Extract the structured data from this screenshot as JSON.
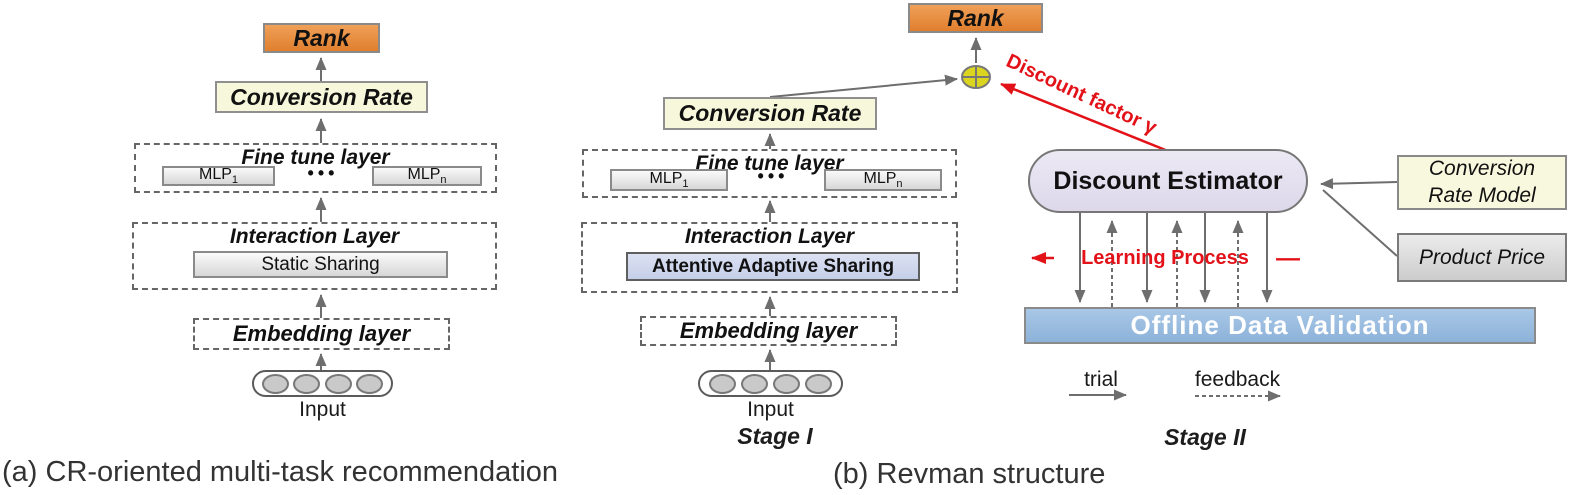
{
  "figure": {
    "caption_a": "(a) CR-oriented multi-task recommendation",
    "caption_b": "(b) Revman structure"
  },
  "diagram_a": {
    "rank_label": "Rank",
    "conversion_rate_label": "Conversion Rate",
    "fine_tune_layer_label": "Fine tune layer",
    "mlp_first": "MLP",
    "mlp_first_sub": "1",
    "mlp_dots": "•••",
    "mlp_last": "MLP",
    "mlp_last_sub": "n",
    "interaction_layer_label": "Interaction Layer",
    "sharing_label": "Static Sharing",
    "embedding_layer_label": "Embedding layer",
    "input_label": "Input"
  },
  "diagram_b": {
    "stage1": {
      "rank_label": "Rank",
      "conversion_rate_label": "Conversion Rate",
      "fine_tune_layer_label": "Fine tune layer",
      "mlp_first": "MLP",
      "mlp_first_sub": "1",
      "mlp_dots": "•••",
      "mlp_last": "MLP",
      "mlp_last_sub": "n",
      "interaction_layer_label": "Interaction Layer",
      "sharing_label": "Attentive Adaptive Sharing",
      "embedding_layer_label": "Embedding layer",
      "input_label": "Input",
      "stage_label": "Stage I"
    },
    "stage2": {
      "discount_factor_label": "Discount factor γ",
      "discount_estimator_label": "Discount Estimator",
      "conversion_rate_model_line1": "Conversion",
      "conversion_rate_model_line2": "Rate Model",
      "product_price_label": "Product Price",
      "learning_process_label": "Learning Process",
      "learning_process_right_symbol": "—",
      "offline_data_validation_label": "Offline Data Validation",
      "legend_trial_label": "trial",
      "legend_feedback_label": "feedback",
      "stage_label": "Stage II"
    }
  },
  "colors": {
    "rank_fill": "#E6893C",
    "conversion_rate_fill": "#F7F7DB",
    "mlp_fill": "#E9E9E9",
    "attentive_sharing_fill": "#CCD4EB",
    "discount_estimator_fill": "#E6E2F0",
    "product_price_fill": "#D9D9D9",
    "offline_validation_fill": "#94B9DE",
    "plus_node_fill": "#DCD51F",
    "arrow_gray": "#6E6E6E",
    "accent_red": "#E31219"
  }
}
